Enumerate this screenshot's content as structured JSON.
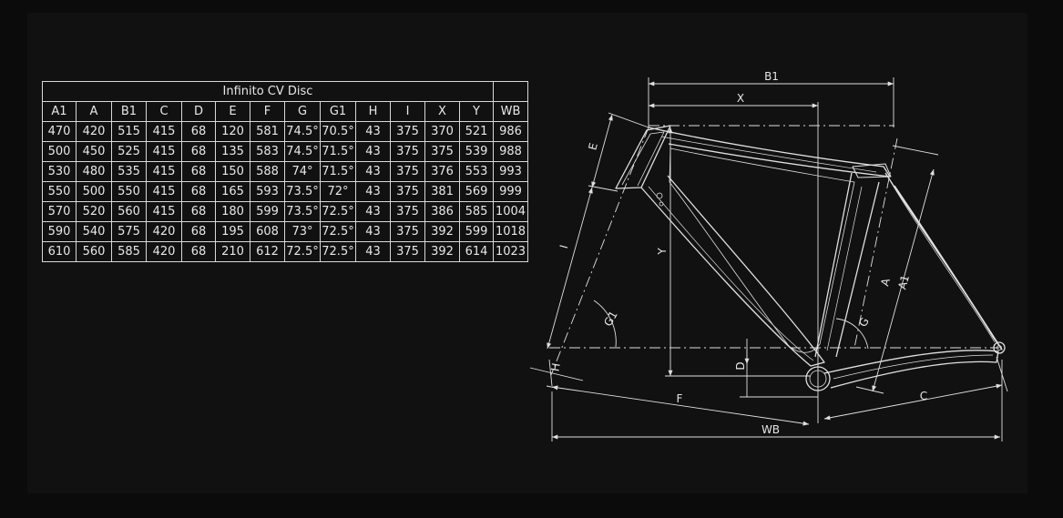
{
  "table": {
    "title": "Infinito CV Disc",
    "headers": [
      "A1",
      "A",
      "B1",
      "C",
      "D",
      "E",
      "F",
      "G",
      "G1",
      "H",
      "I",
      "X",
      "Y",
      "WB"
    ],
    "rows": [
      [
        "470",
        "420",
        "515",
        "415",
        "68",
        "120",
        "581",
        "74.5°",
        "70.5°",
        "43",
        "375",
        "370",
        "521",
        "986"
      ],
      [
        "500",
        "450",
        "525",
        "415",
        "68",
        "135",
        "583",
        "74.5°",
        "71.5°",
        "43",
        "375",
        "375",
        "539",
        "988"
      ],
      [
        "530",
        "480",
        "535",
        "415",
        "68",
        "150",
        "588",
        "74°",
        "71.5°",
        "43",
        "375",
        "376",
        "553",
        "993"
      ],
      [
        "550",
        "500",
        "550",
        "415",
        "68",
        "165",
        "593",
        "73.5°",
        "72°",
        "43",
        "375",
        "381",
        "569",
        "999"
      ],
      [
        "570",
        "520",
        "560",
        "415",
        "68",
        "180",
        "599",
        "73.5°",
        "72.5°",
        "43",
        "375",
        "386",
        "585",
        "1004"
      ],
      [
        "590",
        "540",
        "575",
        "420",
        "68",
        "195",
        "608",
        "73°",
        "72.5°",
        "43",
        "375",
        "392",
        "599",
        "1018"
      ],
      [
        "610",
        "560",
        "585",
        "420",
        "68",
        "210",
        "612",
        "72.5°",
        "72.5°",
        "43",
        "375",
        "392",
        "614",
        "1023"
      ]
    ]
  },
  "diagram": {
    "labels": {
      "b1": "B1",
      "x": "X",
      "e": "E",
      "i": "I",
      "y": "Y",
      "g1": "G1",
      "h": "H",
      "d": "D",
      "f": "F",
      "wb": "WB",
      "c": "C",
      "a": "A",
      "a1": "A1",
      "g": "G"
    },
    "line_color": "#e0e0e0"
  }
}
